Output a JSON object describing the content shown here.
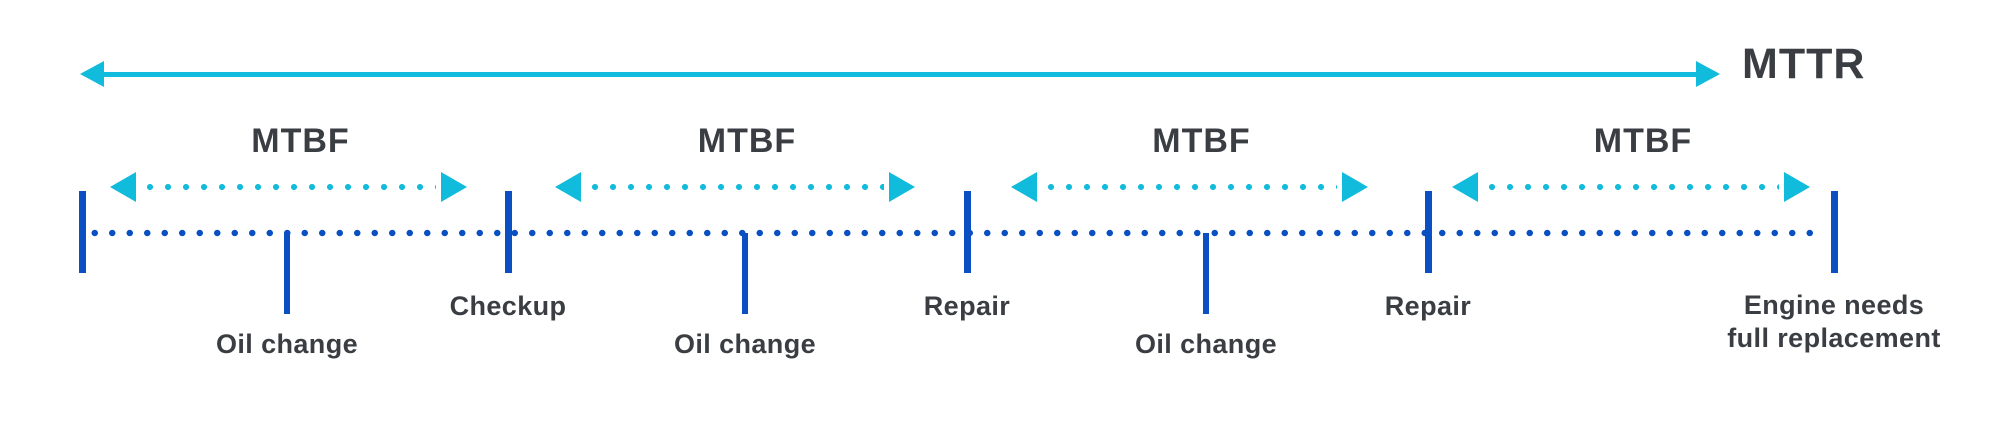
{
  "mttr": {
    "label": "MTTR"
  },
  "segments": [
    {
      "label": "MTBF"
    },
    {
      "label": "MTBF"
    },
    {
      "label": "MTBF"
    },
    {
      "label": "MTBF"
    }
  ],
  "boundary_events": [
    {
      "label": "Checkup"
    },
    {
      "label": "Repair"
    },
    {
      "label": "Repair"
    },
    {
      "label_line1": "Engine needs",
      "label_line2": "full replacement"
    }
  ],
  "minor_events": [
    {
      "label": "Oil change"
    },
    {
      "label": "Oil change"
    },
    {
      "label": "Oil change"
    }
  ],
  "colors": {
    "cyan_accent": "#10BBDB",
    "blue_timeline": "#0A50C2",
    "text": "#3A3E43",
    "background": "#FFFFFF"
  }
}
